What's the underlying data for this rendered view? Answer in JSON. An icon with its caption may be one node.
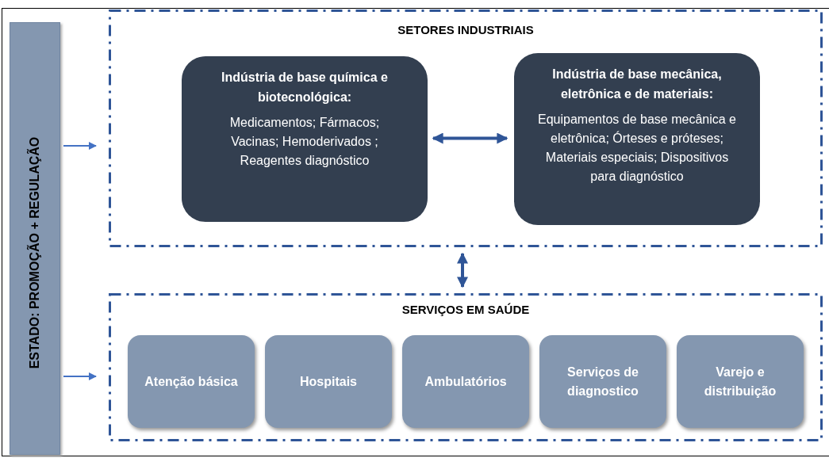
{
  "diagram": {
    "nodes": [
      {
        "text": [
          "ESTADO: PROMOÇÃO + REGULAÇÃO"
        ]
      },
      {
        "text": [
          "SETORES INDUSTRIAIS"
        ]
      },
      {
        "text": [
          "Indústria de base química e biotecnológica:",
          "Medicamentos; Fármacos; Vacinas; Hemoderivados ; Reagentes diagnóstico"
        ],
        "in": 1
      },
      {
        "text": [
          "Indústria de base mecânica, eletrônica e de materiais:",
          "Equipamentos de base mecânica e eletrônica; Órteses e próteses; Materiais especiais; Dispositivos para diagnóstico"
        ],
        "in": 1
      },
      {
        "text": [
          "SERVIÇOS EM SAÚDE"
        ]
      },
      {
        "text": [
          "Atenção básica"
        ],
        "in": 4
      },
      {
        "text": [
          "Hospitais"
        ],
        "in": 4
      },
      {
        "text": [
          "Ambulatórios"
        ],
        "in": 4
      },
      {
        "text": [
          "Serviços de diagnostico"
        ],
        "in": 4
      },
      {
        "text": [
          "Varejo e distribuição"
        ],
        "in": 4
      }
    ],
    "edges": [
      {
        "from": 0,
        "to": 1,
        "arrow": "to"
      },
      {
        "from": 0,
        "to": 4,
        "arrow": "to"
      },
      {
        "from": 2,
        "to": 3,
        "arrow": "both",
        "style": "thick"
      },
      {
        "from": 1,
        "to": 4,
        "arrow": "both",
        "style": "thick"
      }
    ]
  }
}
